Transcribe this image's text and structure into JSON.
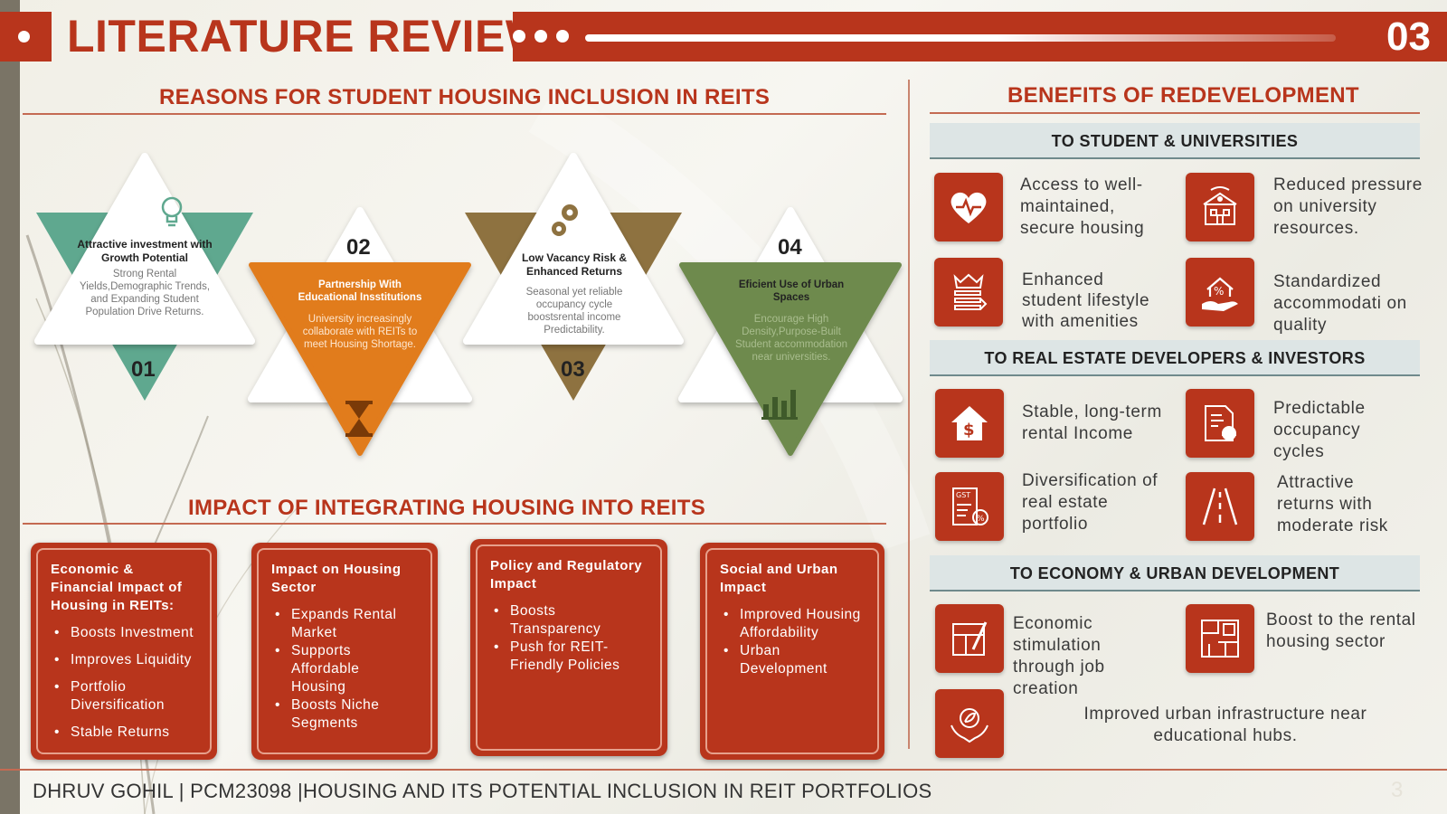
{
  "header": {
    "title": "LITERATURE REVIEW",
    "slide_number": "03"
  },
  "reasons": {
    "title": "REASONS FOR STUDENT HOUSING INCLUSION IN REITS",
    "items": [
      {
        "number": "01",
        "heading": "Attractive investment with Growth Potential",
        "body": "Strong Rental Yields,Demographic Trends, and Expanding Student Population Drive Returns.",
        "color": "#5fa88f",
        "icon": "lightbulb-icon"
      },
      {
        "number": "02",
        "heading": "Partnership With Educational Insstitutions",
        "body": "University increasingly collaborate with REITs to meet Housing Shortage.",
        "color": "#e17b1c",
        "icon": "hourglass-icon"
      },
      {
        "number": "03",
        "heading": "Low Vacancy Risk & Enhanced Returns",
        "body": "Seasonal yet reliable occupancy cycle boostsrental income Predictability.",
        "color": "#8e7240",
        "icon": "gears-icon"
      },
      {
        "number": "04",
        "heading": "Eficient Use of Urban Spaces",
        "body": "Encourage High Density,Purpose-Built Student accommodation near universities.",
        "color": "#6e8a4e",
        "icon": "bar-chart-icon"
      }
    ]
  },
  "impact": {
    "title": "IMPACT OF INTEGRATING HOUSING INTO REITS",
    "cards": [
      {
        "title": "Economic & Financial Impact of Housing in REITs:",
        "bullets": [
          "Boosts Investment",
          "Improves Liquidity",
          "Portfolio Diversification",
          "Stable Returns"
        ]
      },
      {
        "title": "Impact on Housing Sector",
        "bullets": [
          "Expands Rental Market",
          "Supports Affordable Housing",
          " Boosts Niche Segments"
        ]
      },
      {
        "title": "Policy and Regulatory Impact",
        "bullets": [
          "Boosts Transparency",
          "Push for REIT-Friendly Policies"
        ]
      },
      {
        "title": "Social and Urban Impact",
        "bullets": [
          "Improved Housing Affordability",
          "Urban Development"
        ]
      }
    ]
  },
  "benefits": {
    "title": "BENEFITS OF REDEVELOPMENT",
    "groups": [
      {
        "title": "TO STUDENT & UNIVERSITIES",
        "items": [
          {
            "text": "Access to well-maintained, secure housing",
            "icon": "heart-pulse-icon"
          },
          {
            "text": "Reduced pressure on university resources.",
            "icon": "university-building-icon"
          },
          {
            "text": "Enhanced student lifestyle with amenities",
            "icon": "amenities-icon"
          },
          {
            "text": "Standardized accommodati on quality",
            "icon": "house-percent-icon"
          }
        ]
      },
      {
        "title": "TO REAL ESTATE DEVELOPERS & INVESTORS",
        "items": [
          {
            "text": "Stable, long-term rental Income",
            "icon": "house-dollar-icon"
          },
          {
            "text": "Predictable occupancy cycles",
            "icon": "document-chart-icon"
          },
          {
            "text": "Diversification of real estate portfolio",
            "icon": "gst-document-icon"
          },
          {
            "text": "Attractive returns with moderate risk",
            "icon": "road-icon"
          }
        ]
      },
      {
        "title": "TO ECONOMY & URBAN DEVELOPMENT",
        "items": [
          {
            "text": "Economic stimulation through job creation",
            "icon": "planning-icon"
          },
          {
            "text": "Boost to the rental housing sector",
            "icon": "floor-plan-icon"
          },
          {
            "text": "Improved urban infrastructure near educational hubs.",
            "icon": "hands-leaf-icon"
          }
        ]
      }
    ]
  },
  "footer": {
    "text": "DHRUV GOHIL | PCM23098  |HOUSING AND ITS POTENTIAL INCLUSION IN REIT PORTFOLIOS",
    "page": "3"
  },
  "colors": {
    "accent": "#b8351c",
    "band": "#dde5e5"
  }
}
